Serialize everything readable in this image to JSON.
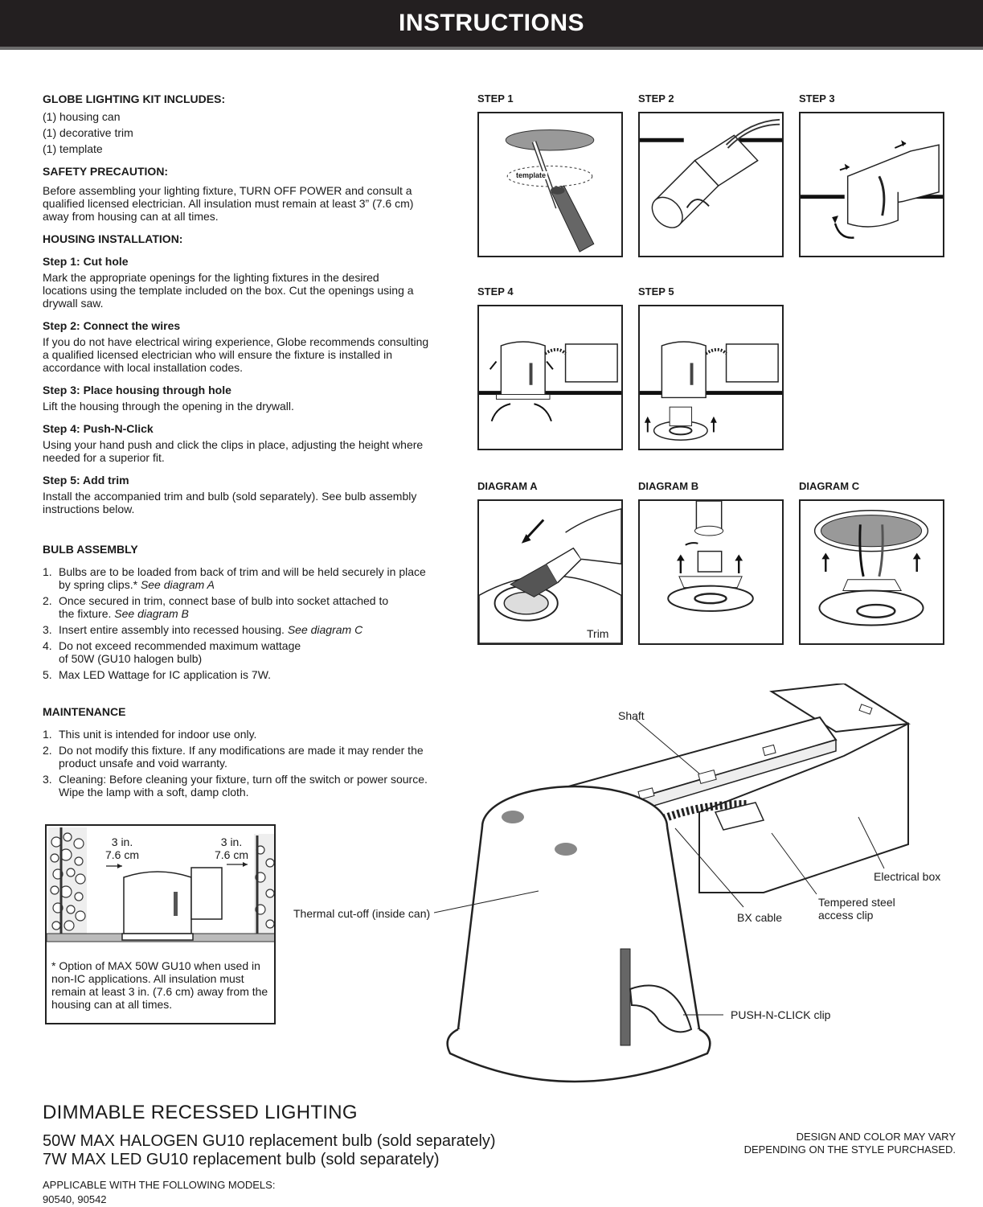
{
  "header": {
    "title": "INSTRUCTIONS"
  },
  "kit": {
    "heading": "GLOBE LIGHTING KIT INCLUDES:",
    "items": [
      "(1) housing can",
      "(1) decorative trim",
      "(1) template"
    ]
  },
  "safety": {
    "heading": "SAFETY PRECAUTION:",
    "line1": "Before assembling your lighting fixture, TURN OFF POWER and consult a",
    "line2": "qualified licensed electrician. All insulation must remain at least 3” (7.6 cm)",
    "line3": "away from housing can at all times."
  },
  "housing": {
    "heading": "HOUSING INSTALLATION:",
    "steps": [
      {
        "title": "Step 1: Cut hole",
        "lines": [
          "Mark the appropriate openings for the lighting fixtures in the desired",
          "locations using the template included on the box. Cut the openings using a",
          "drywall saw."
        ]
      },
      {
        "title": "Step 2: Connect the wires",
        "lines": [
          "If you do not have electrical wiring experience, Globe recommends consulting",
          "a qualified licensed electrician who will ensure the fixture is installed in",
          "accordance with local installation codes."
        ]
      },
      {
        "title": "Step 3: Place housing through hole",
        "lines": [
          "Lift the housing through the opening in the drywall."
        ]
      },
      {
        "title": "Step 4: Push-N-Click",
        "lines": [
          "Using your hand push and click the clips in place, adjusting the height where",
          "needed for a superior fit."
        ]
      },
      {
        "title": "Step 5: Add trim",
        "lines": [
          "Install the accompanied trim and bulb (sold separately). See bulb assembly",
          "instructions below."
        ]
      }
    ]
  },
  "bulb": {
    "heading": "BULB ASSEMBLY",
    "items": [
      {
        "n": "1.",
        "l1": "Bulbs are to be loaded from back of trim and will be held securely in place",
        "l2": "by spring clips.*",
        "ref": "See diagram A"
      },
      {
        "n": "2.",
        "l1": "Once secured in trim, connect base of bulb into socket attached to",
        "l2": "the fixture.",
        "ref": "See diagram B"
      },
      {
        "n": "3.",
        "l1": "Insert entire assembly into recessed housing.",
        "l2": "",
        "ref": "See diagram C"
      },
      {
        "n": "4.",
        "l1": "Do not exceed recommended maximum wattage",
        "l2": "of 50W (GU10 halogen bulb)",
        "ref": ""
      },
      {
        "n": "5.",
        "l1": "Max LED Wattage for IC application is 7W.",
        "l2": "",
        "ref": ""
      }
    ]
  },
  "maintenance": {
    "heading": "MAINTENANCE",
    "items": [
      {
        "n": "1.",
        "l1": "This unit is intended for indoor use only.",
        "l2": ""
      },
      {
        "n": "2.",
        "l1": "Do not modify this fixture. If any modifications are made it may render the",
        "l2": "product unsafe and void warranty."
      },
      {
        "n": "3.",
        "l1": "Cleaning: Before cleaning your fixture, turn off the switch or power source.",
        "l2": "Wipe the lamp with a soft, damp cloth."
      }
    ]
  },
  "insulation": {
    "left_dim": "3 in.",
    "left_dim2": "7.6 cm",
    "right_dim": "3 in.",
    "right_dim2": "7.6 cm",
    "note": "* Option of MAX 50W GU10 when used in non-IC applications. All insulation must remain at least 3 in. (7.6 cm) away from the housing can at all times."
  },
  "panels": {
    "step1": "STEP 1",
    "step2": "STEP 2",
    "step3": "STEP 3",
    "step4": "STEP 4",
    "step5": "STEP 5",
    "diagram_a": "DIAGRAM A",
    "diagram_b": "DIAGRAM  B",
    "diagram_c": "DIAGRAM C",
    "template_label": "template",
    "trim_label": "Trim"
  },
  "callouts": {
    "shaft": "Shaft",
    "electrical_box": "Electrical box",
    "tempered_clip_1": "Tempered steel",
    "tempered_clip_2": "access clip",
    "bx_cable": "BX cable",
    "thermal": "Thermal cut-off (inside can)",
    "push_clip": "PUSH-N-CLICK clip"
  },
  "footer": {
    "title": "DIMMABLE RECESSED LIGHTING",
    "line1": "50W MAX HALOGEN GU10 replacement bulb (sold separately)",
    "line2": "7W MAX LED GU10 replacement bulb (sold separately)",
    "applicable": "APPLICABLE WITH THE FOLLOWING MODELS:",
    "models": "90540, 90542",
    "note1": "DESIGN AND COLOR MAY VARY",
    "note2": "DEPENDING ON THE STYLE PURCHASED."
  }
}
